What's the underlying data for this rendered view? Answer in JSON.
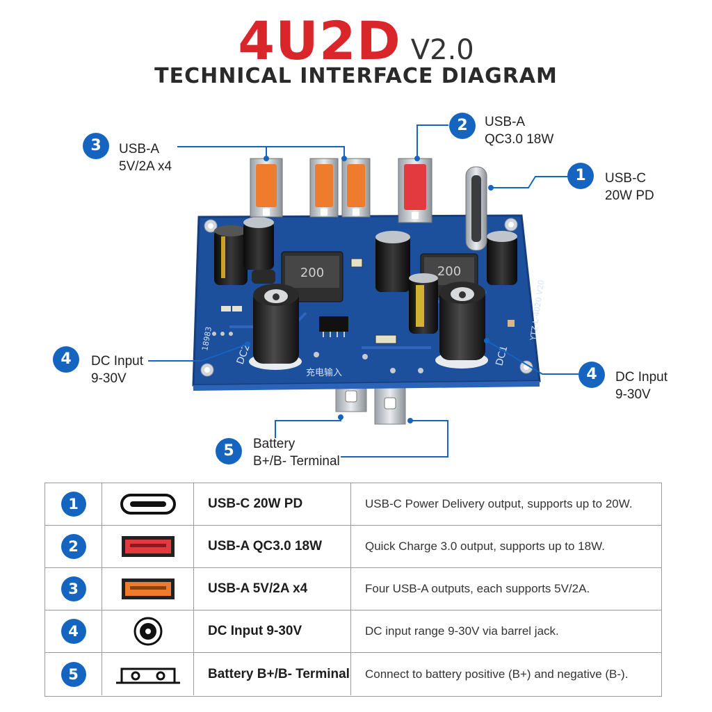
{
  "colors": {
    "accent_red": "#d9262b",
    "badge_blue": "#1565c0",
    "pcb_blue": "#1c4f9c"
  },
  "header": {
    "title": "4U2D",
    "version": "V2.0",
    "subtitle": "TECHNICAL INTERFACE DIAGRAM"
  },
  "callouts": [
    {
      "num": "1",
      "line1": "USB-C",
      "line2": "20W PD"
    },
    {
      "num": "2",
      "line1": "USB-A",
      "line2": "QC3.0 18W"
    },
    {
      "num": "3",
      "line1": "USB-A",
      "line2": "5V/2A x4"
    },
    {
      "num": "4",
      "line1": "DC Input",
      "line2": "9-30V"
    },
    {
      "num": "4",
      "line1": "DC Input",
      "line2": "9-30V"
    },
    {
      "num": "5",
      "line1": "Battery",
      "line2": "B+/B- Terminal"
    }
  ],
  "pcb_silk": {
    "dc2": "DC2",
    "dc1": "DC1",
    "inductor_left": "200",
    "inductor_right": "200",
    "side_left": "18983",
    "side_right": "YTZ-L-4020 V20",
    "input_label": "充电输入"
  },
  "table": {
    "rows": [
      {
        "num": "1",
        "icon": "usb-c-port-icon",
        "name": "USB-C 20W PD",
        "desc": "USB-C Power Delivery output, supports up to 20W."
      },
      {
        "num": "2",
        "icon": "usb-a-red-port-icon",
        "name": "USB-A QC3.0 18W",
        "desc": "Quick Charge 3.0 output, supports up to 18W."
      },
      {
        "num": "3",
        "icon": "usb-a-orange-port-icon",
        "name": "USB-A 5V/2A x4",
        "desc": "Four USB-A outputs, each supports 5V/2A."
      },
      {
        "num": "4",
        "icon": "dc-barrel-jack-icon",
        "name": "DC Input 9-30V",
        "desc": "DC input range 9-30V via barrel jack."
      },
      {
        "num": "5",
        "icon": "battery-terminal-icon",
        "name": "Battery B+/B- Terminal",
        "desc": "Connect to battery positive (B+) and negative (B-)."
      }
    ]
  }
}
